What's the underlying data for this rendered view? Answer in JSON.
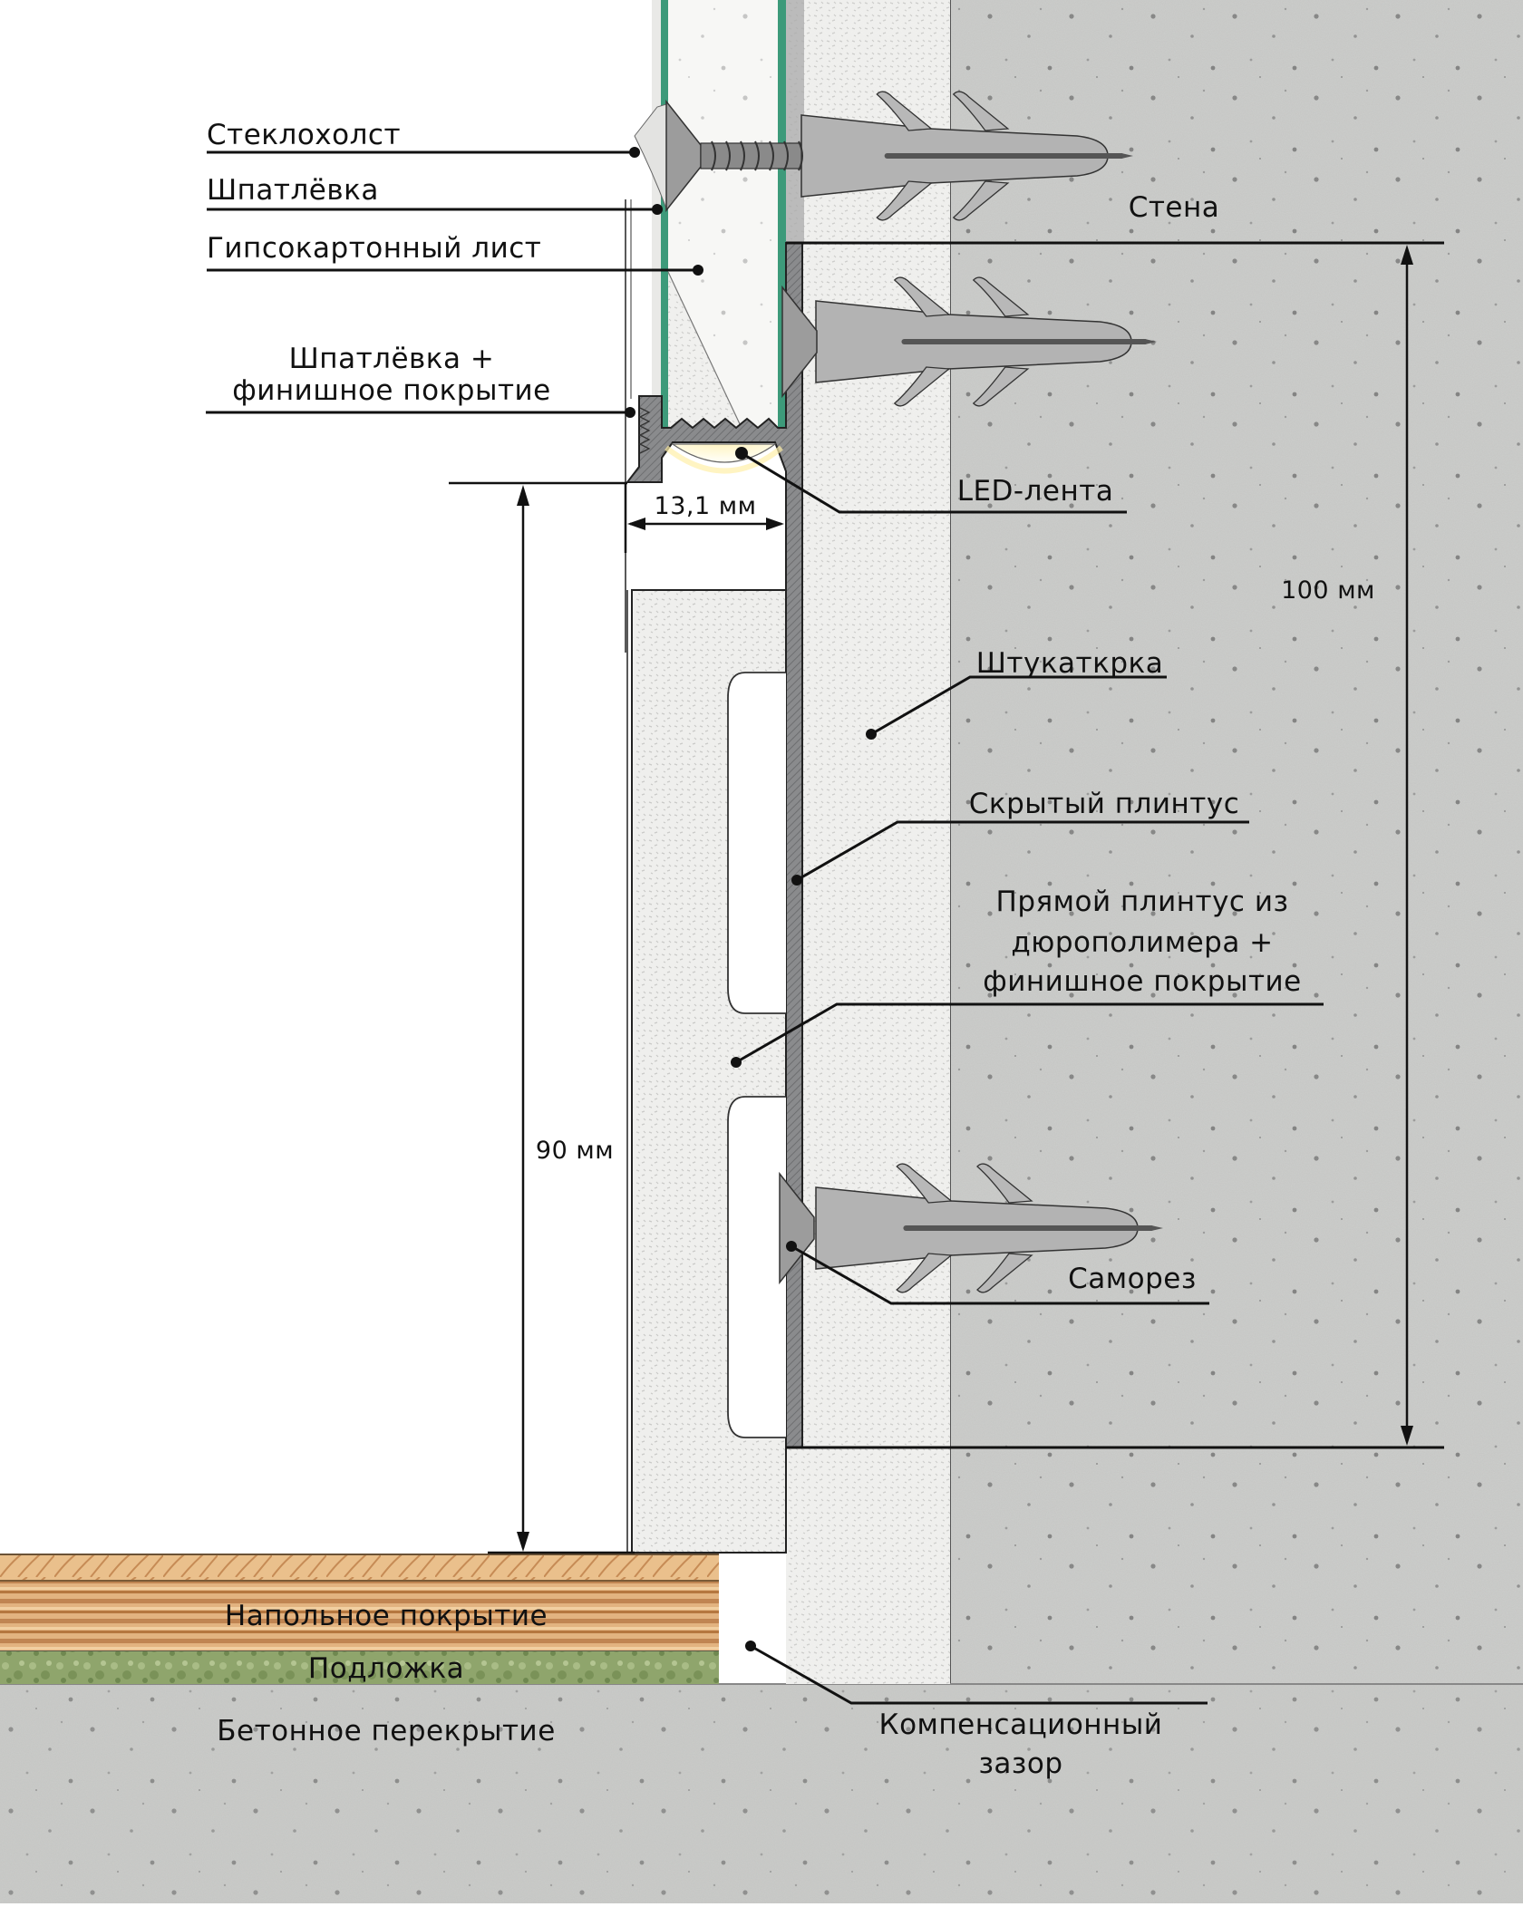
{
  "diagram": {
    "title": "Скрытый плинтус с LED-подсветкой — узел примыкания",
    "colors": {
      "glass_fabric_edge": "#3d9a7a",
      "concrete": "#c6c7c5",
      "plaster": "#eeeeec",
      "drywall": "#f6f6f4",
      "profile": "#7d7e80",
      "wood_light": "#e5b987",
      "wood_dark": "#b97e4a",
      "underlay": "#8ea36a",
      "led_glow": "#fff2b8",
      "line": "#111111"
    },
    "labels": {
      "glass_fabric": "Стеклохолст",
      "putty": "Шпатлёвка",
      "drywall": "Гипсокартонный лист",
      "putty_finish_line1": "Шпатлёвка +",
      "putty_finish_line2": "финишное покрытие",
      "wall": "Стена",
      "led_strip": "LED-лента",
      "plaster": "Штукаткрка",
      "hidden_skirting": "Скрытый плинтус",
      "straight_skirting_line1": "Прямой плинтус из",
      "straight_skirting_line2": "дюрополимера +",
      "straight_skirting_line3": "финишное покрытие",
      "screw": "Саморез",
      "floor_covering": "Напольное покрытие",
      "underlay": "Подложка",
      "concrete_slab": "Бетонное перекрытие",
      "expansion_gap_line1": "Компенсационный",
      "expansion_gap_line2": "зазор"
    },
    "dimensions": {
      "profile_gap": "13,1 мм",
      "skirting_height": "90 мм",
      "profile_height": "100 мм"
    },
    "components": [
      {
        "id": "glass_fabric",
        "name": "Стеклохолст"
      },
      {
        "id": "putty",
        "name": "Шпатлёвка"
      },
      {
        "id": "drywall",
        "name": "Гипсокартонный лист"
      },
      {
        "id": "wall",
        "name": "Стена"
      },
      {
        "id": "plaster",
        "name": "Штукаткрка"
      },
      {
        "id": "hidden_skirting",
        "name": "Скрытый плинтус"
      },
      {
        "id": "led_strip",
        "name": "LED-лента"
      },
      {
        "id": "straight_skirting",
        "name": "Прямой плинтус из дюрополимера"
      },
      {
        "id": "screw",
        "name": "Саморез"
      },
      {
        "id": "floor_covering",
        "name": "Напольное покрытие"
      },
      {
        "id": "underlay",
        "name": "Подложка"
      },
      {
        "id": "concrete_slab",
        "name": "Бетонное перекрытие"
      },
      {
        "id": "expansion_gap",
        "name": "Компенсационный зазор"
      }
    ]
  }
}
